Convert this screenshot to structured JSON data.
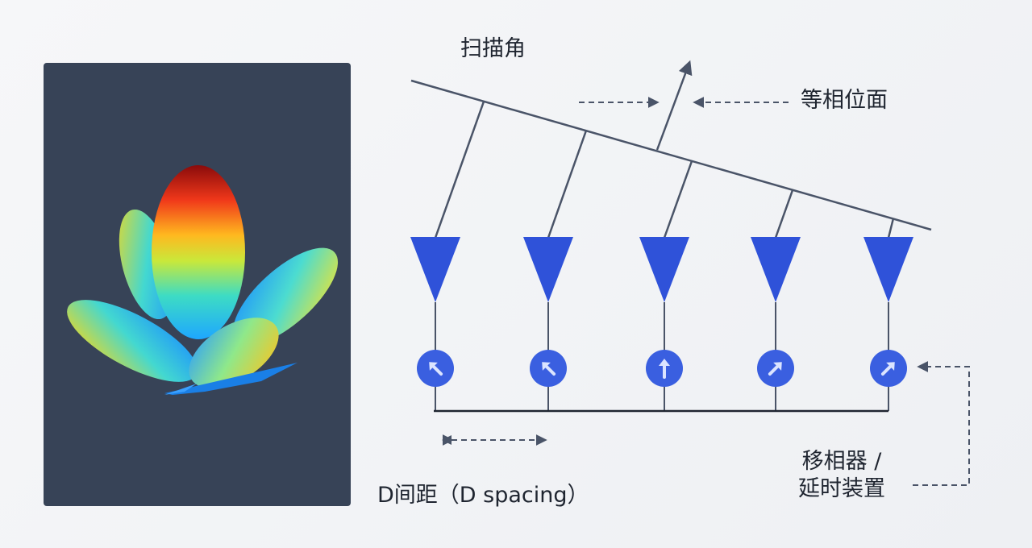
{
  "labels": {
    "scan_angle": "扫描角",
    "phase_front": "等相位面",
    "spacing": "D间距（D spacing）",
    "shifter_line1": "移相器 /",
    "shifter_line2": "延时装置"
  },
  "colors": {
    "panel_bg": "#374357",
    "line": "#4a5468",
    "element_fill": "#2f52d9",
    "shifter_fill": "#3a5fe0",
    "arrow_light": "#dbe4ff"
  },
  "elements": [
    {
      "id": 1,
      "shifter_arrow": "up-left"
    },
    {
      "id": 2,
      "shifter_arrow": "up-left"
    },
    {
      "id": 3,
      "shifter_arrow": "up"
    },
    {
      "id": 4,
      "shifter_arrow": "up-right"
    },
    {
      "id": 5,
      "shifter_arrow": "up-right"
    }
  ]
}
